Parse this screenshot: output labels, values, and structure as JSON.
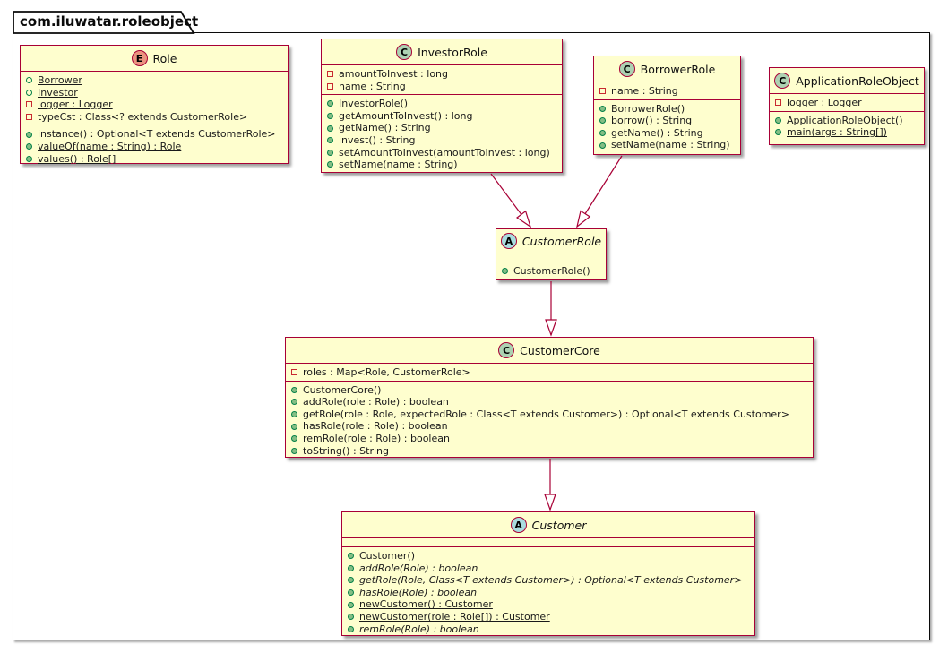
{
  "package": {
    "name": "com.iluwatar.roleobject"
  },
  "colors": {
    "box_fill": "#FEFECE",
    "box_border": "#A80036",
    "line": "#A80036",
    "spot_enum": "#EB937F",
    "spot_class": "#ADD1B2",
    "spot_abstract": "#A9DCDF"
  },
  "classes": {
    "role": {
      "spot": "E",
      "kind": "enum",
      "name": "Role",
      "fields": [
        {
          "icon": "enum-constant",
          "text": "Borrower",
          "underline": true
        },
        {
          "icon": "enum-constant",
          "text": "Investor",
          "underline": true
        },
        {
          "icon": "private-field",
          "text": "logger : Logger",
          "underline": true
        },
        {
          "icon": "private-field",
          "text": "typeCst : Class<? extends CustomerRole>"
        }
      ],
      "methods": [
        {
          "icon": "public-method",
          "text": "instance() : Optional<T extends CustomerRole>"
        },
        {
          "icon": "public-method",
          "text": "valueOf(name : String) : Role",
          "underline": true
        },
        {
          "icon": "public-method",
          "text": "values() : Role[]",
          "underline": true
        }
      ]
    },
    "investorRole": {
      "spot": "C",
      "kind": "class",
      "name": "InvestorRole",
      "fields": [
        {
          "icon": "private-field",
          "text": "amountToInvest : long"
        },
        {
          "icon": "private-field",
          "text": "name : String"
        }
      ],
      "methods": [
        {
          "icon": "public-method",
          "text": "InvestorRole()"
        },
        {
          "icon": "public-method",
          "text": "getAmountToInvest() : long"
        },
        {
          "icon": "public-method",
          "text": "getName() : String"
        },
        {
          "icon": "public-method",
          "text": "invest() : String"
        },
        {
          "icon": "public-method",
          "text": "setAmountToInvest(amountToInvest : long)"
        },
        {
          "icon": "public-method",
          "text": "setName(name : String)"
        }
      ]
    },
    "borrowerRole": {
      "spot": "C",
      "kind": "class",
      "name": "BorrowerRole",
      "fields": [
        {
          "icon": "private-field",
          "text": "name : String"
        }
      ],
      "methods": [
        {
          "icon": "public-method",
          "text": "BorrowerRole()"
        },
        {
          "icon": "public-method",
          "text": "borrow() : String"
        },
        {
          "icon": "public-method",
          "text": "getName() : String"
        },
        {
          "icon": "public-method",
          "text": "setName(name : String)"
        }
      ]
    },
    "applicationRoleObject": {
      "spot": "C",
      "kind": "class",
      "name": "ApplicationRoleObject",
      "fields": [
        {
          "icon": "private-field",
          "text": "logger : Logger",
          "underline": true
        }
      ],
      "methods": [
        {
          "icon": "public-method",
          "text": "ApplicationRoleObject()"
        },
        {
          "icon": "public-method",
          "text": "main(args : String[])",
          "underline": true
        }
      ]
    },
    "customerRole": {
      "spot": "A",
      "kind": "abstract",
      "name": "CustomerRole",
      "fields": [],
      "methods": [
        {
          "icon": "public-method",
          "text": "CustomerRole()"
        }
      ]
    },
    "customerCore": {
      "spot": "C",
      "kind": "class",
      "name": "CustomerCore",
      "fields": [
        {
          "icon": "private-field",
          "text": "roles : Map<Role, CustomerRole>"
        }
      ],
      "methods": [
        {
          "icon": "public-method",
          "text": "CustomerCore()"
        },
        {
          "icon": "public-method",
          "text": "addRole(role : Role) : boolean"
        },
        {
          "icon": "public-method",
          "text": "getRole(role : Role, expectedRole : Class<T extends Customer>) : Optional<T extends Customer>"
        },
        {
          "icon": "public-method",
          "text": "hasRole(role : Role) : boolean"
        },
        {
          "icon": "public-method",
          "text": "remRole(role : Role) : boolean"
        },
        {
          "icon": "public-method",
          "text": "toString() : String"
        }
      ]
    },
    "customer": {
      "spot": "A",
      "kind": "abstract",
      "name": "Customer",
      "fields": [],
      "methods": [
        {
          "icon": "public-method",
          "text": "Customer()"
        },
        {
          "icon": "public-method",
          "text": "addRole(Role) : boolean",
          "italic": true
        },
        {
          "icon": "public-method",
          "text": "getRole(Role, Class<T extends Customer>) : Optional<T extends Customer>",
          "italic": true
        },
        {
          "icon": "public-method",
          "text": "hasRole(Role) : boolean",
          "italic": true
        },
        {
          "icon": "public-method",
          "text": "newCustomer() : Customer",
          "underline": true
        },
        {
          "icon": "public-method",
          "text": "newCustomer(role : Role[]) : Customer",
          "underline": true
        },
        {
          "icon": "public-method",
          "text": "remRole(Role) : boolean",
          "italic": true
        }
      ]
    }
  },
  "relations": [
    {
      "from": "InvestorRole",
      "to": "CustomerRole",
      "type": "extends"
    },
    {
      "from": "BorrowerRole",
      "to": "CustomerRole",
      "type": "extends"
    },
    {
      "from": "CustomerRole",
      "to": "CustomerCore",
      "type": "extends"
    },
    {
      "from": "CustomerCore",
      "to": "Customer",
      "type": "extends"
    }
  ]
}
